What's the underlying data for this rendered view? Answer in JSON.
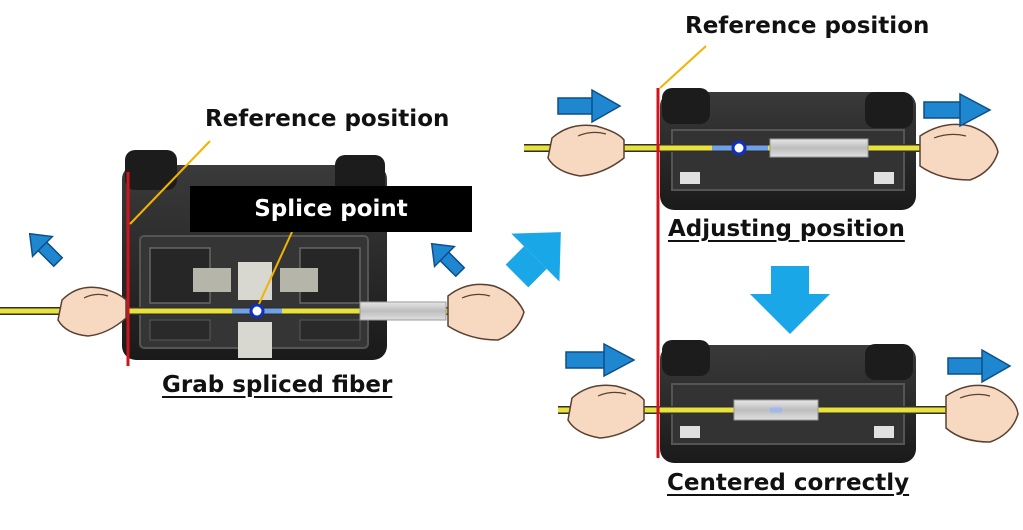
{
  "labels": {
    "reference_left": "Reference position",
    "reference_right": "Reference position",
    "splice_point": "Splice point",
    "grab": "Grab spliced fiber",
    "adjusting": "Adjusting position",
    "centered": "Centered correctly"
  },
  "colors": {
    "reference_line": "#d0141c",
    "leader_line": "#f2b400",
    "fiber": "#e8e23a",
    "arrow_fill": "#1f86d0",
    "arrow_outline": "#0d4f8a",
    "flow_arrow": "#1aa7e8",
    "hand": "#f7d9c2",
    "machine": "#2a2a2a"
  },
  "icons": [
    "up-left-arrow-icon",
    "right-arrow-icon",
    "down-arrow-icon",
    "up-right-arrow-icon",
    "hand-icon",
    "splice-point-icon"
  ]
}
